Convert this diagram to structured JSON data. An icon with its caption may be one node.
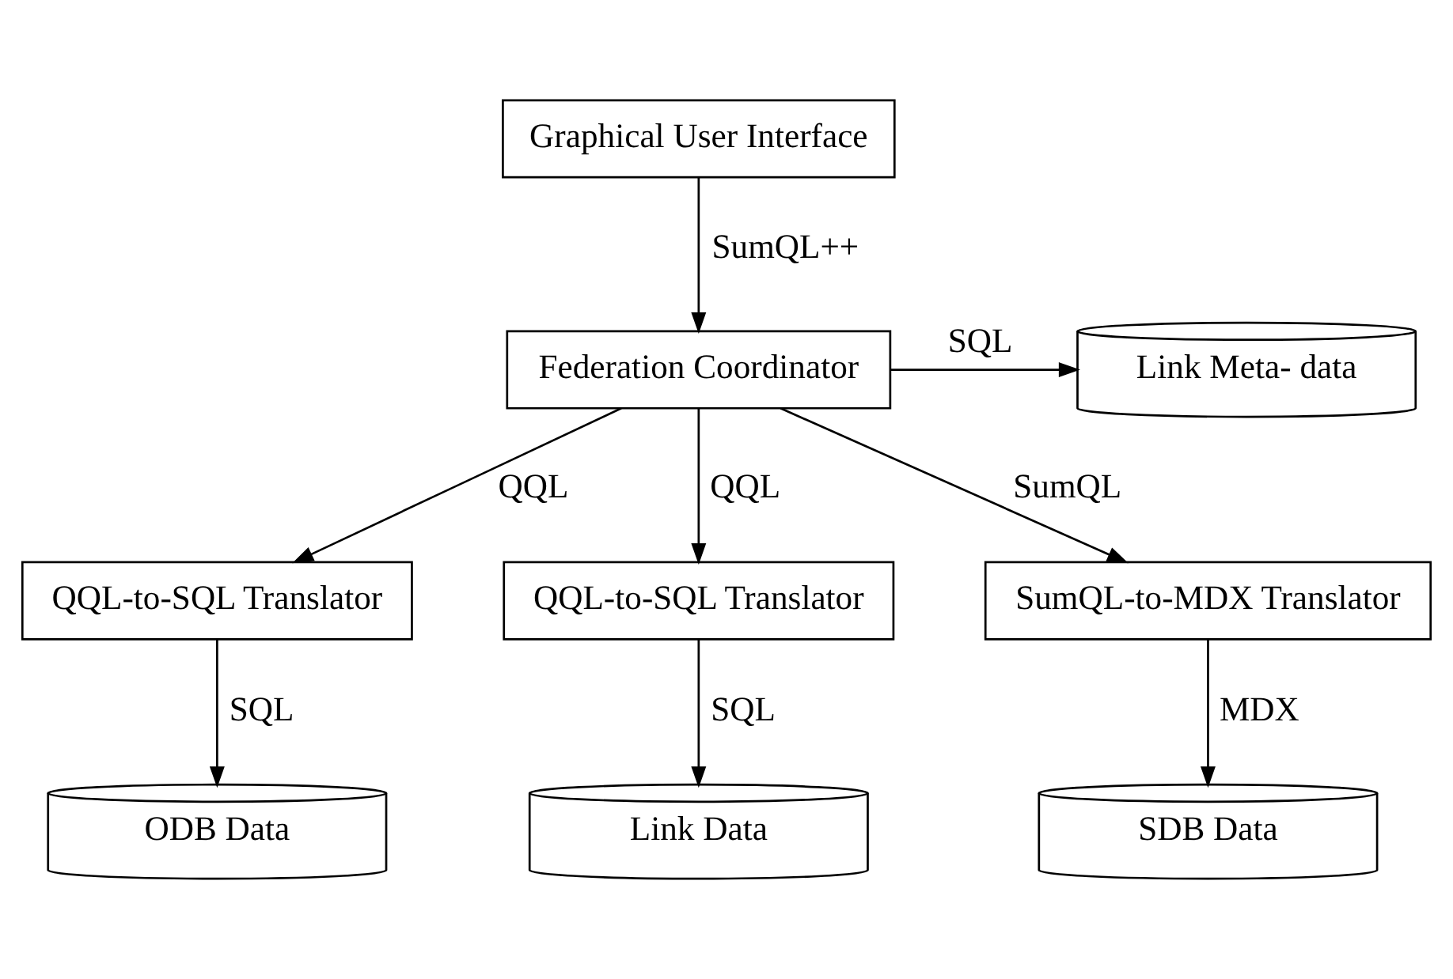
{
  "diagram": {
    "nodes": [
      {
        "text": [
          "Graphical User Interface"
        ]
      },
      {
        "text": [
          "Federation Coordinator"
        ]
      },
      {
        "text": [
          "Link Meta- data"
        ]
      },
      {
        "text": [
          "QQL-to-SQL Translator"
        ]
      },
      {
        "text": [
          "QQL-to-SQL Translator"
        ]
      },
      {
        "text": [
          "SumQL-to-MDX Translator"
        ]
      },
      {
        "text": [
          "ODB Data"
        ]
      },
      {
        "text": [
          "Link Data"
        ]
      },
      {
        "text": [
          "SDB Data"
        ]
      }
    ],
    "edges": [
      {
        "from": 0,
        "to": 1,
        "arrow": "to",
        "label": "SumQL++"
      },
      {
        "from": 1,
        "to": 2,
        "arrow": "to",
        "label": "SQL"
      },
      {
        "from": 1,
        "to": 3,
        "arrow": "to",
        "label": "QQL"
      },
      {
        "from": 1,
        "to": 4,
        "arrow": "to",
        "label": "QQL"
      },
      {
        "from": 1,
        "to": 5,
        "arrow": "to",
        "label": "SumQL"
      },
      {
        "from": 3,
        "to": 6,
        "arrow": "to",
        "label": "SQL"
      },
      {
        "from": 4,
        "to": 7,
        "arrow": "to",
        "label": "SQL"
      },
      {
        "from": 5,
        "to": 8,
        "arrow": "to",
        "label": "MDX"
      }
    ]
  }
}
